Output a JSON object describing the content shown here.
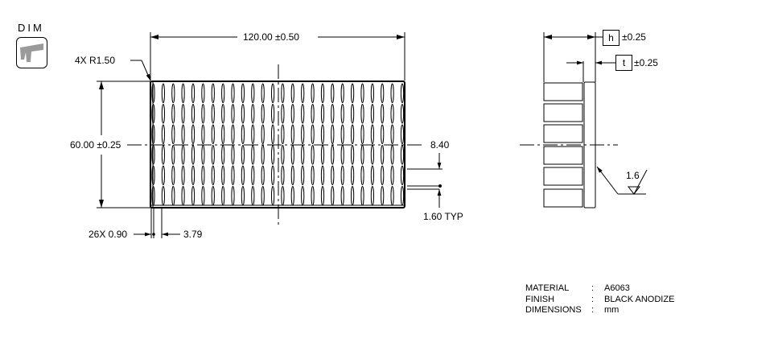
{
  "badge": {
    "title": "DIM",
    "icon": "caliper-icon",
    "icon_color": "#9a9a9a"
  },
  "front_view": {
    "width_dim": "120.00 ±0.50",
    "height_dim": "60.00 ±0.25",
    "corner_radius": "4X R1.50",
    "fin_height": "8.40",
    "base_thickness": "1.60 TYP",
    "fin_count_thickness": "26X 0.90",
    "fin_pitch": "3.79",
    "fin_count": 26,
    "fin_rows": 6
  },
  "side_view": {
    "h_label": "h",
    "h_tol": "±0.25",
    "t_label": "t",
    "t_tol": "±0.25",
    "surface_roughness": "1.6"
  },
  "notes": [
    {
      "key": "MATERIAL",
      "sep": ":",
      "value": "A6063"
    },
    {
      "key": "FINISH",
      "sep": ":",
      "value": "BLACK ANODIZE"
    },
    {
      "key": "DIMENSIONS",
      "sep": ":",
      "value": "mm"
    }
  ]
}
